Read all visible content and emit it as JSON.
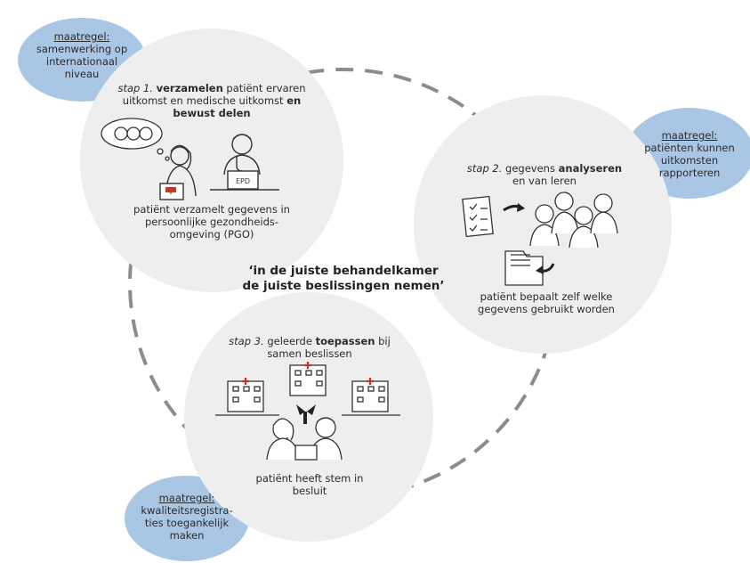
{
  "measures": {
    "top_left": {
      "label": "maatregel:",
      "text": "samenwerking op internationaal niveau"
    },
    "right": {
      "label": "maatregel:",
      "text": "patiënten kunnen uitkomsten rapporteren"
    },
    "bottom_left": {
      "label": "maatregel:",
      "text": "kwaliteitsregistra-ties toegankelijk maken"
    }
  },
  "step1": {
    "step_label": "stap 1.",
    "verb": "verzamelen",
    "text_1": "patiënt ervaren uitkomst en medische uitkomst",
    "emph": "en bewust delen",
    "caption": "patiënt verzamelt gegevens in persoonlijke gezondheids-omgeving (PGO)",
    "epd_label": "EPD"
  },
  "step2": {
    "step_label": "stap 2.",
    "text_1": "gegevens",
    "verb": "analyseren",
    "text_2": "en van leren",
    "caption": "patiënt bepaalt zelf welke gegevens gebruikt worden"
  },
  "step3": {
    "step_label": "stap 3.",
    "text_1": "geleerde",
    "verb": "toepassen",
    "text_2": "bij samen beslissen",
    "caption": "patiënt heeft stem in besluit"
  },
  "center_quote": {
    "line_1": "‘in de juiste behandelkamer",
    "line_2": "de juiste beslissingen nemen’"
  },
  "colors": {
    "measure_bubble": "#a9c6e4",
    "step_circle": "#eeeeee",
    "dashed_ring": "#8c8c8c",
    "cross_red": "#c0392b",
    "ink": "#333333"
  }
}
